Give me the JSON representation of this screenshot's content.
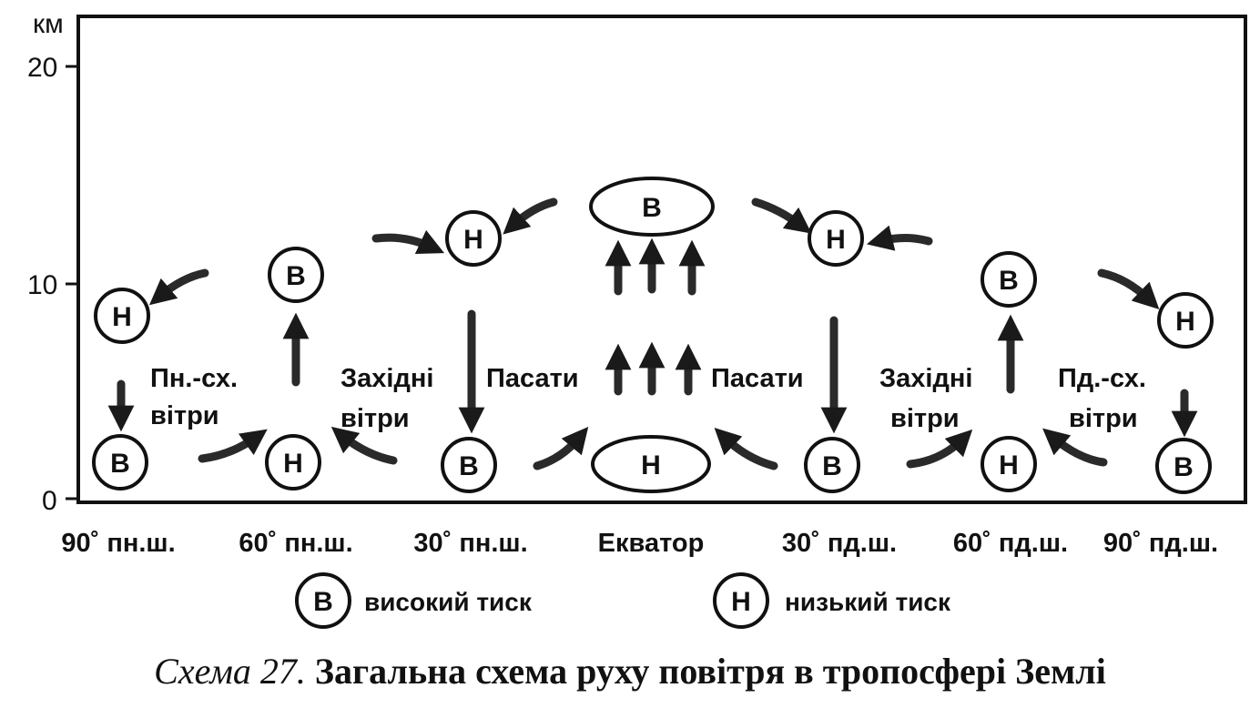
{
  "axis": {
    "unit": "км",
    "ticks": [
      "20",
      "10",
      "0"
    ]
  },
  "latitudes": [
    "90˚ пн.ш.",
    "60˚ пн.ш.",
    "30˚ пн.ш.",
    "Екватор",
    "30˚ пд.ш.",
    "60˚ пд.ш.",
    "90˚ пд.ш."
  ],
  "pressure_letters": {
    "high": "В",
    "low": "Н"
  },
  "winds": {
    "ne_line1": "Пн.-сх.",
    "ne_line2": "вітри",
    "west_line1": "Західні",
    "west_line2": "вітри",
    "trade": "Пасати",
    "se_line1": "Пд.-сх.",
    "se_line2": "вітри"
  },
  "legend": {
    "high_label": "високий тиск",
    "low_label": "низький тиск"
  },
  "caption": {
    "number": "Схема 27.",
    "title": "Загальна схема руху повітря в тропосфері Землі"
  },
  "colors": {
    "ink": "#111111",
    "arrow": "#2a2a2a",
    "background": "#ffffff"
  }
}
